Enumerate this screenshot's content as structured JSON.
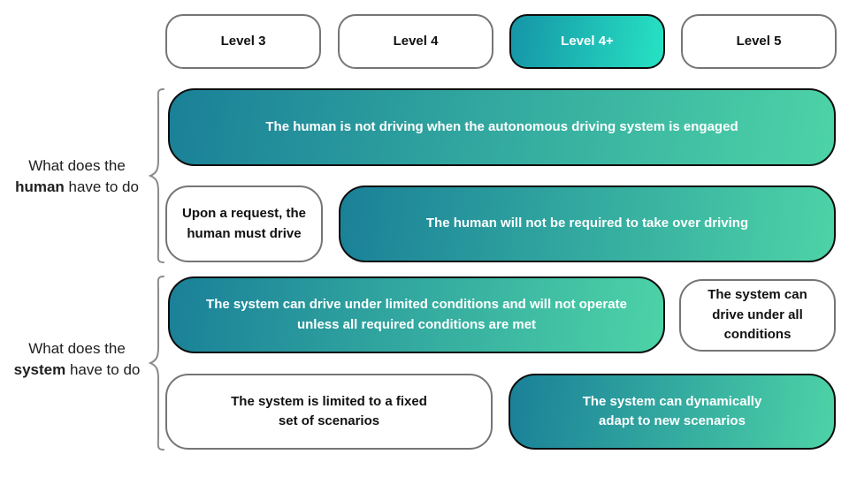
{
  "header": {
    "levels": [
      {
        "label": "Level 3",
        "highlighted": false
      },
      {
        "label": "Level 4",
        "highlighted": false
      },
      {
        "label": "Level 4+",
        "highlighted": true
      },
      {
        "label": "Level 5",
        "highlighted": false
      }
    ]
  },
  "side_labels": {
    "human": {
      "line1": "What does the",
      "bold_word": "human",
      "suffix": " have to do"
    },
    "system": {
      "line1": "What does the",
      "bold_word": "system",
      "suffix": " have to do"
    }
  },
  "human": {
    "row1_full": "The human is not driving when the autonomous driving system is engaged",
    "row2_left": "Upon a request, the human must drive",
    "row2_right": "The human will not be required to take over driving"
  },
  "system": {
    "row1_left": "The system can drive under limited conditions and will not operate unless all required conditions are met",
    "row1_right": "The system can drive under all conditions",
    "row2_left": "The system is limited to a fixed set of scenarios",
    "row2_right": "The system can dynamically adapt to new scenarios"
  },
  "colors": {
    "teal_gradient_start": "#1a8098",
    "teal_gradient_end": "#4dd3a7",
    "pill_gradient_start": "#1595a7",
    "pill_gradient_end": "#27e2c3",
    "white_box_border": "#757575",
    "teal_box_border": "#0d0d0d",
    "brace": "#8a8a8a"
  }
}
